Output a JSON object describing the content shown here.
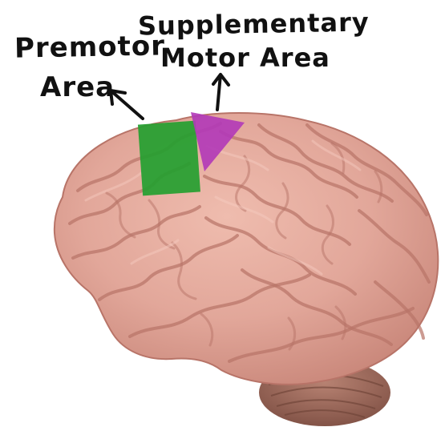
{
  "labels": {
    "premotor_line1": "Premotor",
    "premotor_line2": "Area",
    "sma_line1": "Supplementary",
    "sma_line2": "Motor Area"
  },
  "regions": [
    {
      "name": "Premotor Area",
      "color": "#24a030"
    },
    {
      "name": "Supplementary Motor Area",
      "color": "#b138b8"
    }
  ],
  "colors": {
    "brain_base": "#e2a79a",
    "brain_shadow": "#b87468",
    "cerebellum": "#9b6a5c",
    "text": "#111111"
  }
}
